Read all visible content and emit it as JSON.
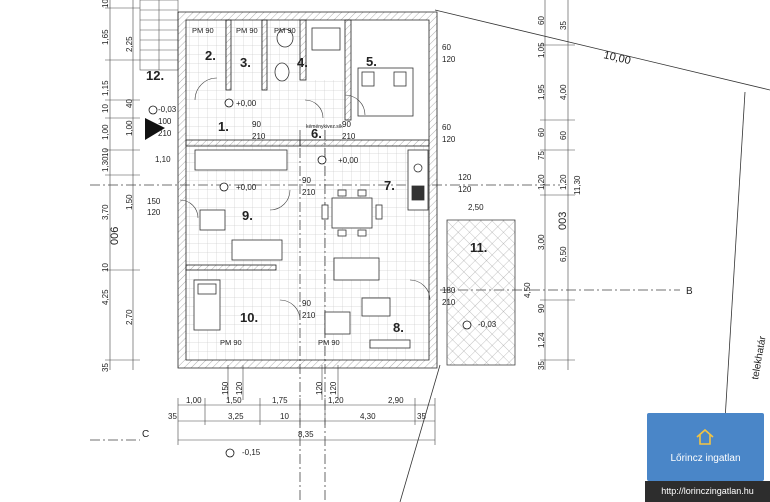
{
  "rooms": [
    "1.",
    "2.",
    "3.",
    "4.",
    "5.",
    "6.",
    "7.",
    "8.",
    "9.",
    "10.",
    "11.",
    "12."
  ],
  "labels": {
    "pm": "PM 90",
    "level_zero": "+0,00",
    "level_minus3": "-0,03",
    "level_minus15": "-0,15",
    "boundary": "telekhatár",
    "boundary_dim": "10,00",
    "axis_b": "B",
    "axis_c": "C",
    "small_label": "kéménykivez.sík"
  },
  "dims": {
    "bottom_row1": [
      "1,00",
      "1,50",
      "1,75",
      "1,20",
      "2,90"
    ],
    "bottom_row2": [
      "35",
      "3,25",
      "10",
      "4,30",
      "35"
    ],
    "bottom_total": "8,35",
    "bottom_small": [
      "150",
      "120",
      "120",
      "120"
    ],
    "left_outer": [
      "10",
      "1,65",
      "1,15",
      "10",
      "1,00",
      "10",
      "1,30",
      "3,70",
      "10",
      "4,25",
      "35"
    ],
    "left_inner": [
      "2,25",
      "40",
      "1,00",
      "1,50",
      "2,70"
    ],
    "left_door": [
      "100",
      "210",
      "150",
      "120"
    ],
    "left_stair": "1,10",
    "left_section": "006",
    "right_outer": [
      "35",
      "1,05",
      "4,00",
      "60",
      "1,20",
      "11,30"
    ],
    "right_inner": [
      "60",
      "1,95",
      "75",
      "60",
      "1,20",
      "90",
      "1,24",
      "35"
    ],
    "right_section": "003",
    "right_terrace": [
      "3,00",
      "6,50",
      "4,50",
      "2,50"
    ],
    "door_pairs": [
      "60",
      "120",
      "90",
      "210",
      "180",
      "210",
      "120",
      "120"
    ]
  },
  "logo": {
    "brand": "Lőrincz ingatlan",
    "url": "http://lorinczingatlan.hu",
    "accent": "#4a86c8"
  }
}
